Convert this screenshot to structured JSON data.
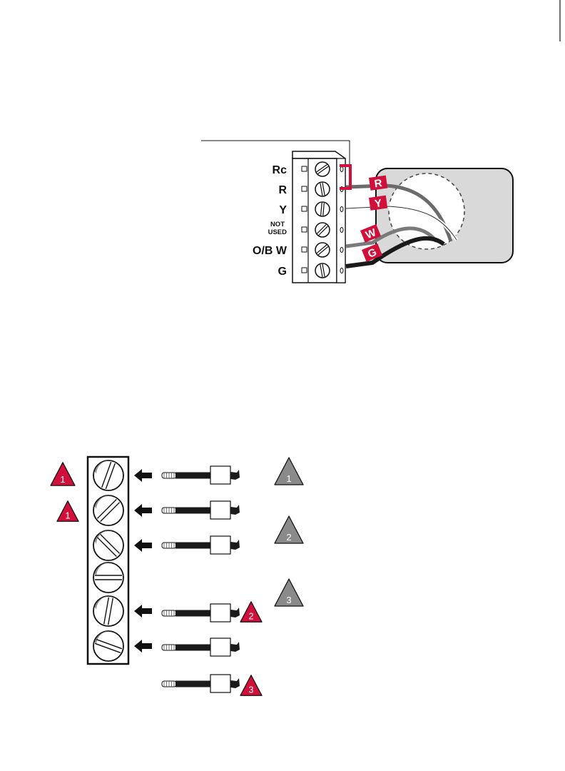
{
  "terminal_block": {
    "labels": [
      "Rc",
      "R",
      "Y",
      "NOT\nUSED",
      "O/B W",
      "G"
    ]
  },
  "wire_tags": [
    "R",
    "Y",
    "W",
    "G"
  ],
  "colors": {
    "accent_red": "#d0103a",
    "marker_gray": "#8a8a8a",
    "panel_gray": "#d9d9d9",
    "wire_dark": "#1a1a1a"
  },
  "step_markers": {
    "left": [
      "1",
      "1"
    ],
    "right": [
      "2",
      "3"
    ],
    "legend": [
      "1",
      "2",
      "3"
    ]
  }
}
